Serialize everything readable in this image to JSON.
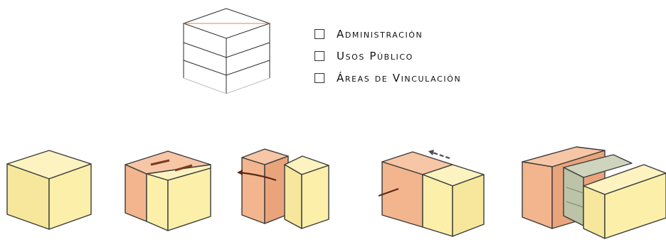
{
  "legend": {
    "items": [
      {
        "label": "Administración"
      },
      {
        "label": "Usos Público"
      },
      {
        "label": "Áreas de Vinculación"
      }
    ]
  },
  "colors": {
    "yellow_top": "#fdf3c0",
    "yellow_front": "#fbefaa",
    "yellow_side": "#f3e493",
    "orange_front": "#f2b58e",
    "orange_top": "#f7c6a6",
    "orange_side": "#e9a47c",
    "green_front": "#bcc3a6",
    "green_top": "#cfd4bd",
    "edge": "#3a3a3a"
  }
}
